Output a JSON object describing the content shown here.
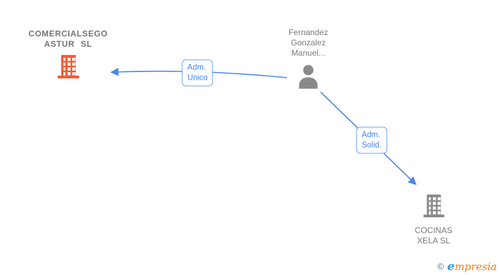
{
  "diagram": {
    "nodes": {
      "company_focus": {
        "line1": "COMERCIALSEGO",
        "line2": "ASTUR SL"
      },
      "person": {
        "line1": "Fernandez",
        "line2": "Gonzalez",
        "line3": "Manuel..."
      },
      "company_target": {
        "line1": "COCINAS",
        "line2": "XELA SL"
      }
    },
    "edges": [
      {
        "label_line1": "Adm.",
        "label_line2": "Unico"
      },
      {
        "label_line1": "Adm.",
        "label_line2": "Solid."
      }
    ]
  },
  "footer": {
    "copyright": "©",
    "brand_initial": "e",
    "brand_rest": "mpresia"
  },
  "colors": {
    "edge_blue": "#4a86e8",
    "label_blue": "#4285f4",
    "label_border_blue": "#6ba1f2",
    "focus_building_orange": "#fa5a32",
    "gray_icon": "#8a8a8a",
    "gray_text": "#7a7a7a",
    "brand_blue": "#2d9ae0",
    "brand_orange": "#ef7d1a",
    "copyright_teal": "#4d7c8c"
  }
}
